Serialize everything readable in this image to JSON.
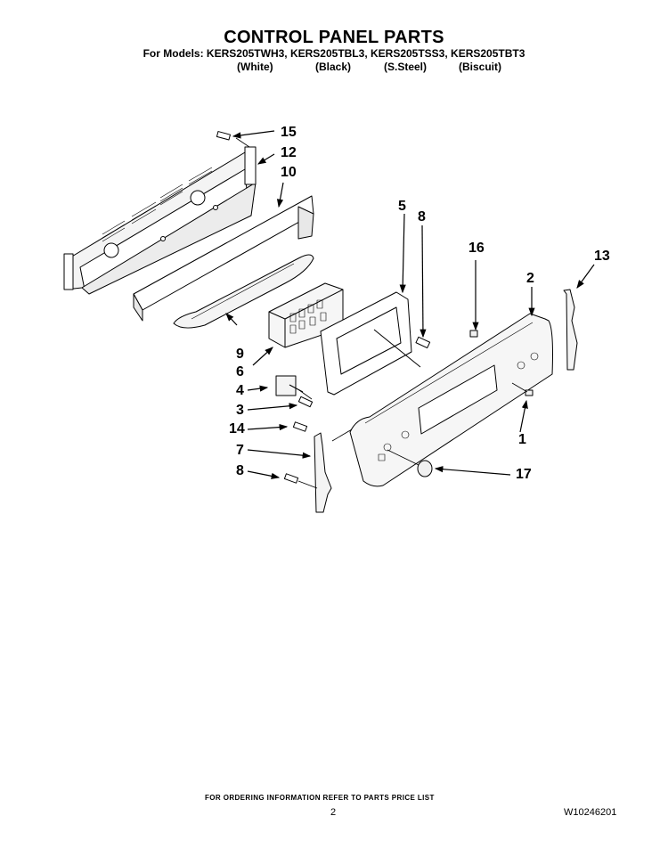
{
  "header": {
    "title": "CONTROL PANEL PARTS",
    "models_line": "For Models: KERS205TWH3, KERS205TBL3, KERS205TSS3, KERS205TBT3",
    "colors": [
      "(White)",
      "(Black)",
      "(S.Steel)",
      "(Biscuit)"
    ]
  },
  "diagram": {
    "callouts": [
      {
        "id": "15",
        "label": "15"
      },
      {
        "id": "12",
        "label": "12"
      },
      {
        "id": "10",
        "label": "10"
      },
      {
        "id": "5",
        "label": "5"
      },
      {
        "id": "8a",
        "label": "8"
      },
      {
        "id": "16",
        "label": "16"
      },
      {
        "id": "2",
        "label": "2"
      },
      {
        "id": "13",
        "label": "13"
      },
      {
        "id": "9",
        "label": "9"
      },
      {
        "id": "6",
        "label": "6"
      },
      {
        "id": "4",
        "label": "4"
      },
      {
        "id": "3",
        "label": "3"
      },
      {
        "id": "14",
        "label": "14"
      },
      {
        "id": "7",
        "label": "7"
      },
      {
        "id": "8b",
        "label": "8"
      },
      {
        "id": "1",
        "label": "1"
      },
      {
        "id": "17",
        "label": "17"
      }
    ]
  },
  "footer": {
    "note": "FOR ORDERING INFORMATION REFER TO PARTS PRICE LIST",
    "page_number": "2",
    "doc_id": "W10246201"
  }
}
